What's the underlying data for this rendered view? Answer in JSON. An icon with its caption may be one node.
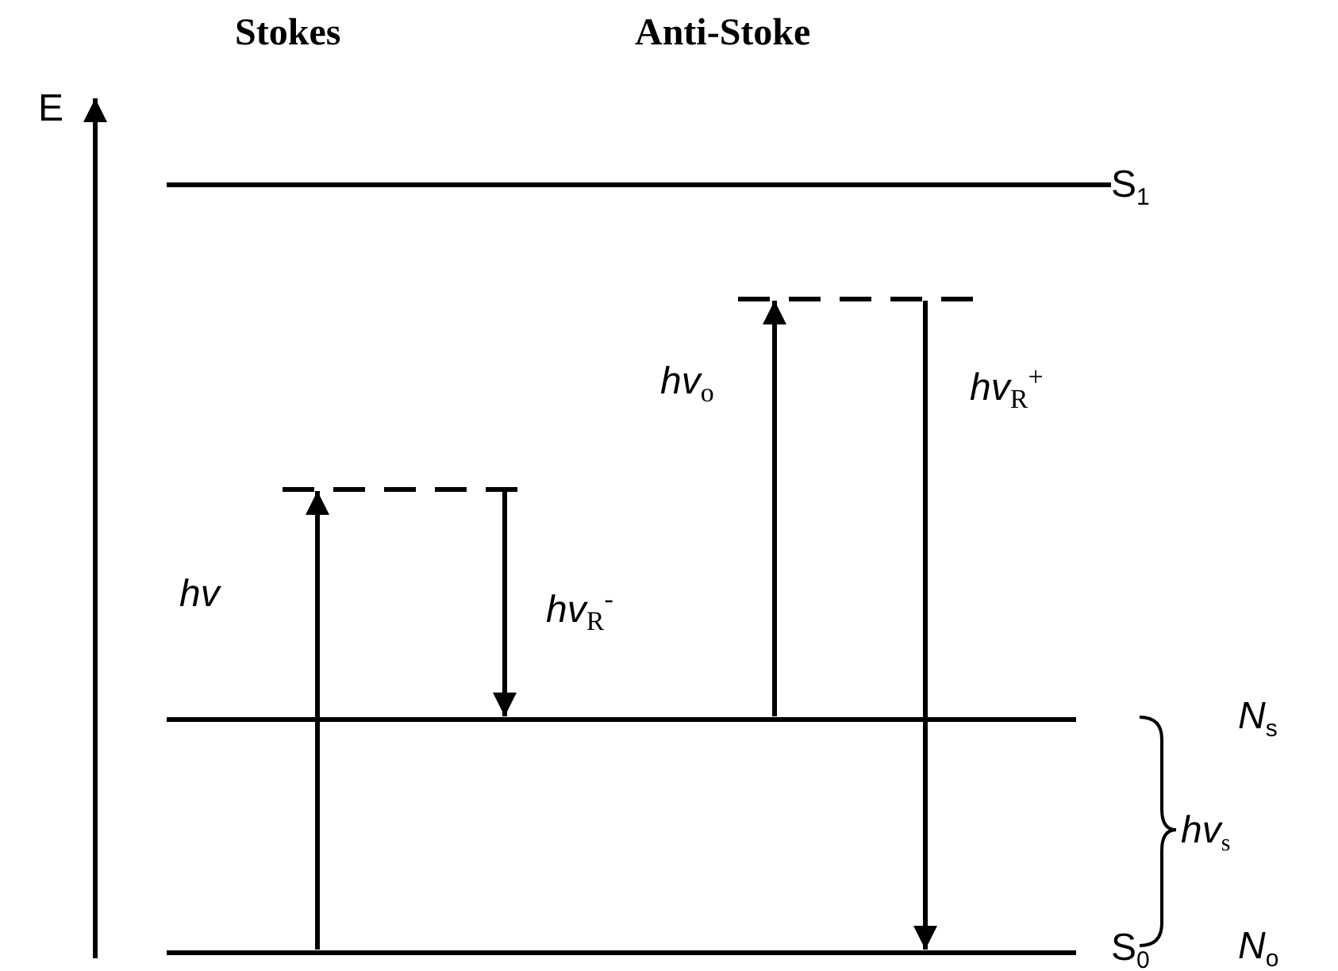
{
  "diagram": {
    "nodes": [
      {
        "text": [
          "S$_{1}$"
        ]
      },
      {
        "text": [],
        "shape": "bar"
      },
      {
        "text": [],
        "shape": "bar"
      },
      {
        "text": [
          "*N*$_{s}$"
        ]
      },
      {
        "text": [
          "S$_{0}$",
          "*N*$_{o}$"
        ]
      }
    ],
    "edges": [
      {
        "from": 4,
        "to": 2,
        "arrow": "to",
        "label": "hv"
      },
      {
        "from": 2,
        "to": 3,
        "arrow": "to",
        "label": "hv$_{R}$$^{-}$"
      },
      {
        "from": 3,
        "to": 1,
        "arrow": "to",
        "label": "hv$_{o}$"
      },
      {
        "from": 1,
        "to": 4,
        "arrow": "to",
        "label": "hv$_{R}$$^{+}$"
      }
    ],
    "labels": [
      "Stokes",
      "Anti-Stoke",
      "E",
      "*hv*$_{s}$"
    ]
  }
}
